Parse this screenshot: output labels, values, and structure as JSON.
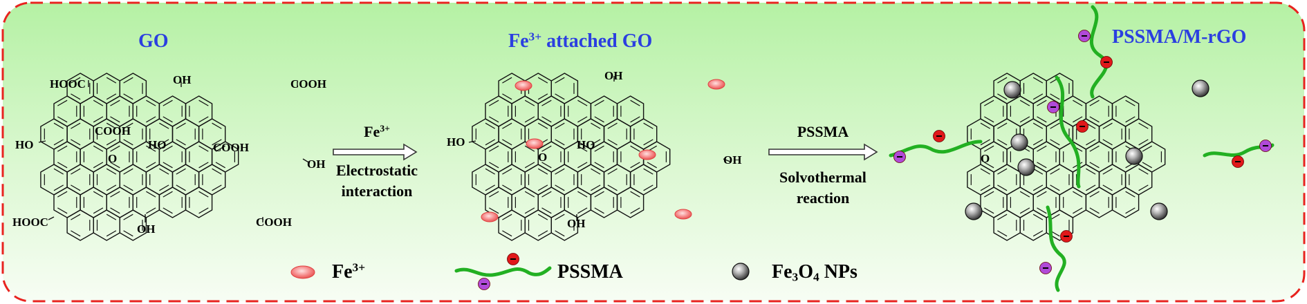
{
  "panels": {
    "go": {
      "title": "GO"
    },
    "fe_go": {
      "title_prefix": "Fe",
      "title_sup": "3+",
      "title_suffix": " attached GO"
    },
    "pssma_mrgo": {
      "title": "PSSMA/M-rGO"
    }
  },
  "functional_groups": {
    "hooc": "HOOC",
    "cooh": "COOH",
    "oh": "OH",
    "ho": "HO",
    "o": "O"
  },
  "arrows": {
    "first": {
      "top_prefix": "Fe",
      "top_sup": "3+",
      "bottom_line1": "Electrostatic",
      "bottom_line2": "interaction"
    },
    "second": {
      "top": "PSSMA",
      "bottom_line1": "Solvothermal",
      "bottom_line2": "reaction"
    }
  },
  "legend": {
    "fe3": {
      "prefix": "Fe",
      "sup": "3+",
      "icon": "red-oval-icon"
    },
    "pssma": {
      "label": "PSSMA",
      "icon": "green-chain-icon"
    },
    "fe3o4": {
      "p1": "Fe",
      "s1": "3",
      "p2": "O",
      "s2": "4",
      "p3": " NPs",
      "icon": "gray-sphere-icon"
    }
  },
  "colors": {
    "background_gradient": [
      "#b8f3a8",
      "#f4fdf0"
    ],
    "border": "#e8231f",
    "title": "#2b3fe0",
    "fe_oval": "#f06a6a",
    "chain": "#22b022",
    "charge_red": "#e0181a",
    "charge_purple": "#b04ad8",
    "sphere": "#3a3a3a"
  }
}
